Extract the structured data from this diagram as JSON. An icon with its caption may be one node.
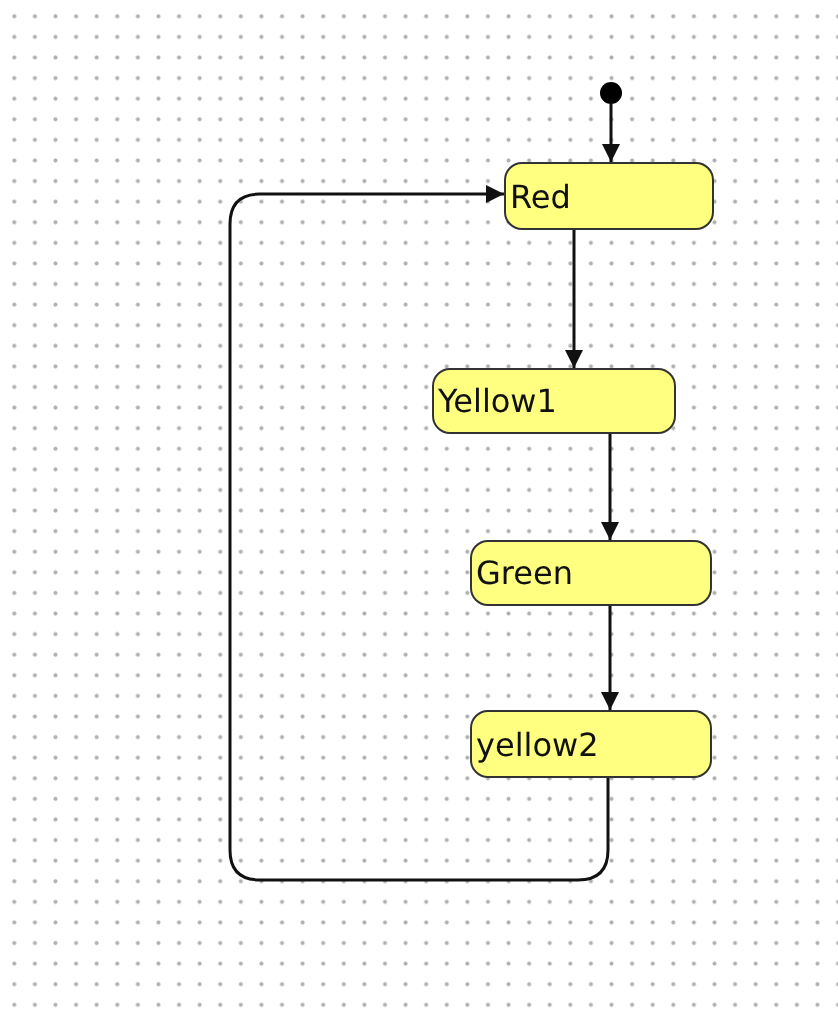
{
  "diagram": {
    "nodes": [
      {
        "text": [],
        "shape": "circle"
      },
      {
        "text": [
          "Red"
        ]
      },
      {
        "text": [
          "Yellow1"
        ]
      },
      {
        "text": [
          "Green"
        ]
      },
      {
        "text": [
          "yellow2"
        ]
      }
    ],
    "edges": [
      {
        "from": 0,
        "to": 1,
        "arrow": "to"
      },
      {
        "from": 1,
        "to": 2,
        "arrow": "to"
      },
      {
        "from": 2,
        "to": 3,
        "arrow": "to"
      },
      {
        "from": 3,
        "to": 4,
        "arrow": "to"
      },
      {
        "from": 4,
        "to": 1,
        "arrow": "to"
      }
    ]
  }
}
